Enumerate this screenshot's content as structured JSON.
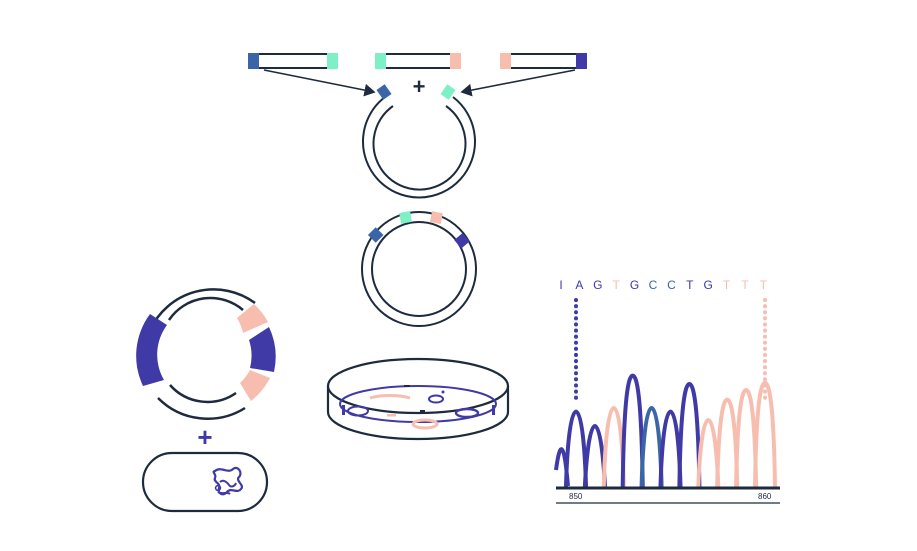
{
  "colors": {
    "navy": "#1e2a3d",
    "blue": "#3a66a8",
    "indigo": "#3f3aa6",
    "mint": "#7ef0c6",
    "peach": "#f7beb0",
    "white": "#ffffff"
  },
  "plus_sign": "+",
  "sequence": {
    "bases": [
      {
        "letter": "I",
        "color": "#3f3aa6"
      },
      {
        "letter": "A",
        "color": "#3f3aa6"
      },
      {
        "letter": "G",
        "color": "#3f3aa6"
      },
      {
        "letter": "T",
        "color": "#f7beb0"
      },
      {
        "letter": "G",
        "color": "#3f3aa6"
      },
      {
        "letter": "C",
        "color": "#3a66a8"
      },
      {
        "letter": "C",
        "color": "#3a66a8"
      },
      {
        "letter": "T",
        "color": "#3f3aa6"
      },
      {
        "letter": "G",
        "color": "#3f3aa6"
      },
      {
        "letter": "T",
        "color": "#f7beb0"
      },
      {
        "letter": "T",
        "color": "#f7beb0"
      },
      {
        "letter": "T",
        "color": "#f7beb0"
      }
    ],
    "axis_labels": {
      "start": "850",
      "end": "860"
    }
  },
  "fragments": [
    {
      "left_color": "blue",
      "right_color": "mint"
    },
    {
      "left_color": "mint",
      "right_color": "peach"
    },
    {
      "left_color": "peach",
      "right_color": "indigo"
    }
  ],
  "chromatogram_peaks": [
    {
      "color": "#3f3aa6",
      "height": 0.62
    },
    {
      "color": "#3f3aa6",
      "height": 0.5
    },
    {
      "color": "#f7beb0",
      "height": 0.65
    },
    {
      "color": "#3f3aa6",
      "height": 0.92
    },
    {
      "color": "#3a66a8",
      "height": 0.65
    },
    {
      "color": "#3f3aa6",
      "height": 0.62
    },
    {
      "color": "#3f3aa6",
      "height": 0.85
    },
    {
      "color": "#f7beb0",
      "height": 0.55
    },
    {
      "color": "#f7beb0",
      "height": 0.72
    },
    {
      "color": "#f7beb0",
      "height": 0.8
    },
    {
      "color": "#f7beb0",
      "height": 0.86
    }
  ]
}
